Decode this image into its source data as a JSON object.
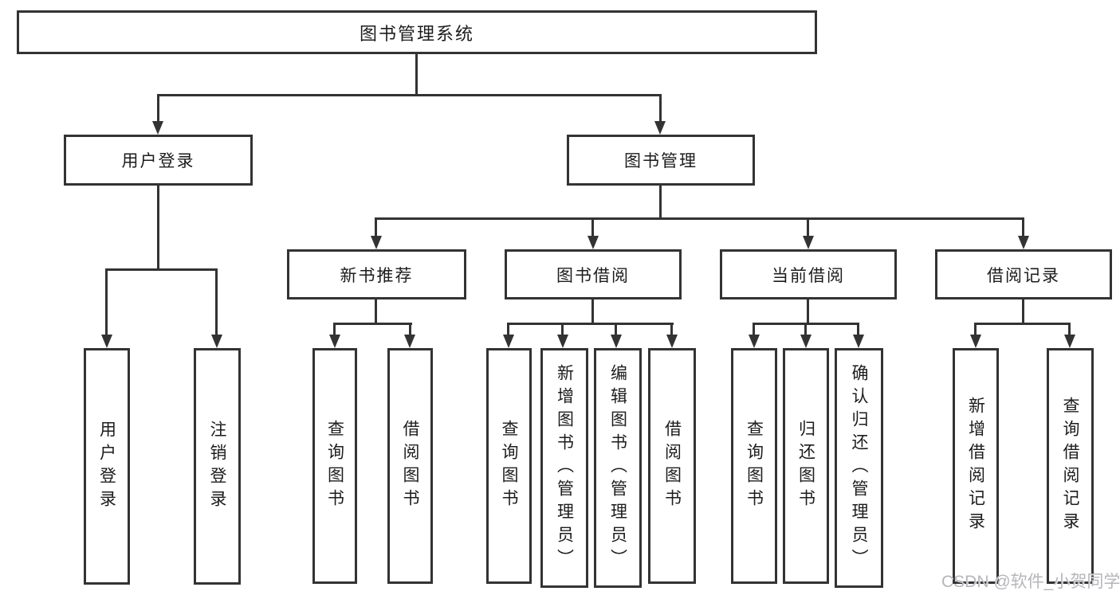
{
  "colors": {
    "line": "#333333",
    "text": "#1c1c1c",
    "box_background": "#ffffff",
    "watermark": "#b6b6bb"
  },
  "diagram": {
    "root": {
      "label": "图书管理系统"
    },
    "level2": [
      {
        "label": "用户登录"
      },
      {
        "label": "图书管理"
      }
    ],
    "level3": [
      {
        "label": "新书推荐"
      },
      {
        "label": "图书借阅"
      },
      {
        "label": "当前借阅"
      },
      {
        "label": "借阅记录"
      }
    ],
    "leaves": {
      "user_login": [
        "用户登录",
        "注销登录"
      ],
      "new_book_recommend": [
        "查询图书",
        "借阅图书"
      ],
      "book_borrow": [
        "查询图书",
        "新增图书（管理员）",
        "编辑图书（管理员）",
        "借阅图书"
      ],
      "current_borrow": [
        "查询图书",
        "归还图书",
        "确认归还（管理员）"
      ],
      "borrow_records": [
        "新增借阅记录",
        "查询借阅记录"
      ]
    }
  },
  "watermark": {
    "text": "CSDN @软件_小贺同学"
  }
}
